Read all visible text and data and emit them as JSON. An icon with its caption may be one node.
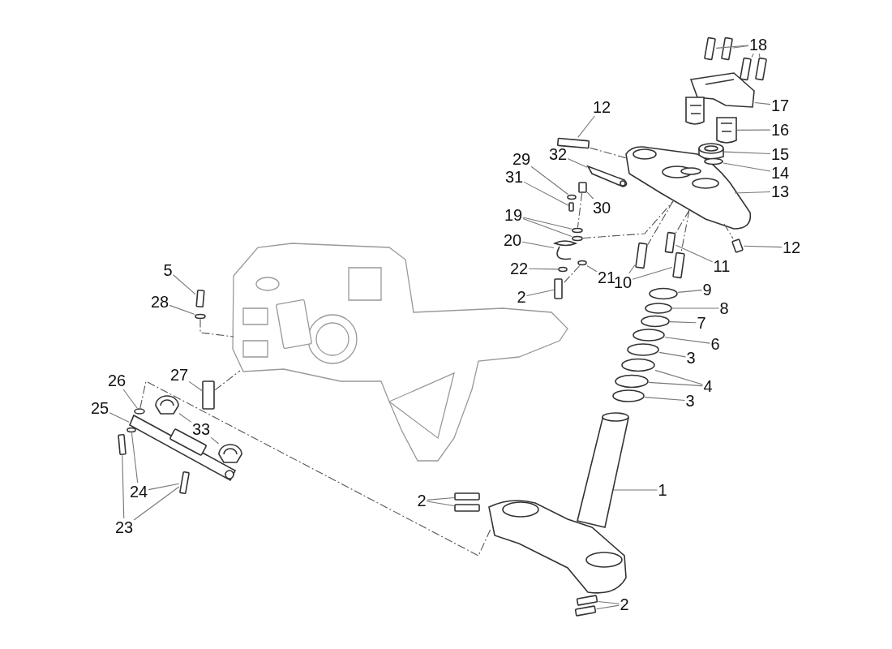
{
  "diagram": {
    "nodes": [
      {
        "text": [
          "18"
        ]
      },
      {
        "text": [
          "17"
        ]
      },
      {
        "text": [
          "16"
        ]
      },
      {
        "text": [
          "15"
        ]
      },
      {
        "text": [
          "14"
        ]
      },
      {
        "text": [
          "13"
        ]
      },
      {
        "text": [
          "12"
        ]
      },
      {
        "text": [
          "32"
        ]
      },
      {
        "text": [
          "29"
        ]
      },
      {
        "text": [
          "31"
        ]
      },
      {
        "text": [
          "30"
        ]
      },
      {
        "text": [
          "19"
        ]
      },
      {
        "text": [
          "20"
        ]
      },
      {
        "text": [
          "21"
        ]
      },
      {
        "text": [
          "22"
        ]
      },
      {
        "text": [
          "2"
        ]
      },
      {
        "text": [
          "10"
        ]
      },
      {
        "text": [
          "11"
        ]
      },
      {
        "text": [
          "12"
        ]
      },
      {
        "text": [
          "9"
        ]
      },
      {
        "text": [
          "8"
        ]
      },
      {
        "text": [
          "7"
        ]
      },
      {
        "text": [
          "6"
        ]
      },
      {
        "text": [
          "3"
        ]
      },
      {
        "text": [
          "4"
        ]
      },
      {
        "text": [
          "3"
        ]
      },
      {
        "text": [
          "5"
        ]
      },
      {
        "text": [
          "28"
        ]
      },
      {
        "text": [
          "27"
        ]
      },
      {
        "text": [
          "26"
        ]
      },
      {
        "text": [
          "25"
        ]
      },
      {
        "text": [
          "33"
        ]
      },
      {
        "text": [
          "24"
        ]
      },
      {
        "text": [
          "23"
        ]
      },
      {
        "text": [
          "2"
        ]
      },
      {
        "text": [
          "1"
        ]
      },
      {
        "text": [
          "2"
        ]
      },
      {
        "text": [],
        "shape": "box"
      },
      {
        "text": [],
        "shape": "box"
      },
      {
        "text": [],
        "shape": "box"
      },
      {
        "text": [],
        "shape": "box"
      },
      {
        "text": [],
        "shape": "picture"
      },
      {
        "text": [],
        "shape": "picture"
      },
      {
        "text": [],
        "shape": "picture"
      },
      {
        "text": [],
        "shape": "circle",
        "in": 45
      },
      {
        "text": [],
        "shape": "picture"
      },
      {
        "text": [],
        "shape": "box"
      },
      {
        "text": [],
        "shape": "picture"
      },
      {
        "text": [],
        "shape": "circle"
      },
      {
        "text": [],
        "shape": "box"
      },
      {
        "text": [],
        "shape": "box"
      },
      {
        "text": [],
        "shape": "circle"
      },
      {
        "text": [],
        "shape": "circle"
      },
      {
        "text": [],
        "shape": "picture"
      },
      {
        "text": [],
        "shape": "circle"
      },
      {
        "text": [],
        "shape": "circle"
      },
      {
        "text": [],
        "shape": "box"
      },
      {
        "text": [],
        "shape": "box"
      },
      {
        "text": [],
        "shape": "box"
      },
      {
        "text": [],
        "shape": "box"
      },
      {
        "text": [],
        "shape": "box"
      },
      {
        "text": [],
        "shape": "circle"
      },
      {
        "text": [],
        "shape": "circle"
      },
      {
        "text": [],
        "shape": "circle"
      },
      {
        "text": [],
        "shape": "circle"
      },
      {
        "text": [],
        "shape": "circle"
      },
      {
        "text": [],
        "shape": "circle"
      },
      {
        "text": [],
        "shape": "circle"
      },
      {
        "text": [],
        "shape": "circle"
      },
      {
        "text": [],
        "shape": "box"
      },
      {
        "text": [],
        "shape": "circle"
      },
      {
        "text": [],
        "shape": "box"
      },
      {
        "text": [],
        "shape": "circle"
      },
      {
        "text": [],
        "shape": "picture"
      },
      {
        "text": [],
        "shape": "picture"
      },
      {
        "text": [],
        "shape": "picture"
      },
      {
        "text": [],
        "shape": "circle"
      },
      {
        "text": [],
        "shape": "box"
      },
      {
        "text": [],
        "shape": "box"
      },
      {
        "text": [],
        "shape": "box"
      },
      {
        "text": [],
        "shape": "box"
      },
      {
        "text": [],
        "shape": "picture"
      },
      {
        "text": [],
        "shape": "box"
      },
      {
        "text": [],
        "shape": "box"
      },
      {
        "text": [],
        "shape": "picture"
      }
    ],
    "edges": [
      {
        "from": 0,
        "to": 37,
        "arrow": "none"
      },
      {
        "from": 0,
        "to": 38,
        "arrow": "none"
      },
      {
        "from": 0,
        "to": 39,
        "arrow": "none"
      },
      {
        "from": 0,
        "to": 40,
        "arrow": "none"
      },
      {
        "from": 1,
        "to": 41,
        "arrow": "none"
      },
      {
        "from": 2,
        "to": 42,
        "arrow": "none"
      },
      {
        "from": 3,
        "to": 43,
        "arrow": "none"
      },
      {
        "from": 4,
        "to": 44,
        "arrow": "none"
      },
      {
        "from": 5,
        "to": 45,
        "arrow": "none"
      },
      {
        "from": 6,
        "to": 46,
        "arrow": "none"
      },
      {
        "from": 7,
        "to": 47,
        "arrow": "none"
      },
      {
        "from": 8,
        "to": 48,
        "arrow": "none"
      },
      {
        "from": 9,
        "to": 49,
        "arrow": "none"
      },
      {
        "from": 10,
        "to": 50,
        "arrow": "none"
      },
      {
        "from": 11,
        "to": 51,
        "arrow": "none"
      },
      {
        "from": 11,
        "to": 52,
        "arrow": "none"
      },
      {
        "from": 12,
        "to": 53,
        "arrow": "none"
      },
      {
        "from": 13,
        "to": 54,
        "arrow": "none"
      },
      {
        "from": 14,
        "to": 55,
        "arrow": "none"
      },
      {
        "from": 15,
        "to": 56,
        "arrow": "none"
      },
      {
        "from": 16,
        "to": 57,
        "arrow": "none"
      },
      {
        "from": 16,
        "to": 58,
        "arrow": "none"
      },
      {
        "from": 17,
        "to": 59,
        "arrow": "none"
      },
      {
        "from": 18,
        "to": 60,
        "arrow": "none"
      },
      {
        "from": 19,
        "to": 61,
        "arrow": "none"
      },
      {
        "from": 20,
        "to": 62,
        "arrow": "none"
      },
      {
        "from": 21,
        "to": 63,
        "arrow": "none"
      },
      {
        "from": 22,
        "to": 64,
        "arrow": "none"
      },
      {
        "from": 23,
        "to": 65,
        "arrow": "none"
      },
      {
        "from": 24,
        "to": 66,
        "arrow": "none"
      },
      {
        "from": 24,
        "to": 67,
        "arrow": "none"
      },
      {
        "from": 25,
        "to": 68,
        "arrow": "none"
      },
      {
        "from": 26,
        "to": 69,
        "arrow": "none"
      },
      {
        "from": 27,
        "to": 70,
        "arrow": "none"
      },
      {
        "from": 28,
        "to": 71,
        "arrow": "none"
      },
      {
        "from": 29,
        "to": 72,
        "arrow": "none"
      },
      {
        "from": 30,
        "to": 73,
        "arrow": "none"
      },
      {
        "from": 31,
        "to": 74,
        "arrow": "none"
      },
      {
        "from": 31,
        "to": 75,
        "arrow": "none"
      },
      {
        "from": 32,
        "to": 76,
        "arrow": "none"
      },
      {
        "from": 32,
        "to": 78,
        "arrow": "none"
      },
      {
        "from": 33,
        "to": 77,
        "arrow": "none"
      },
      {
        "from": 33,
        "to": 78,
        "arrow": "none"
      },
      {
        "from": 34,
        "to": 79,
        "arrow": "none"
      },
      {
        "from": 34,
        "to": 80,
        "arrow": "none"
      },
      {
        "from": 35,
        "to": 81,
        "arrow": "none"
      },
      {
        "from": 36,
        "to": 82,
        "arrow": "none"
      },
      {
        "from": 36,
        "to": 83,
        "arrow": "none"
      },
      {
        "from": 46,
        "to": 45,
        "arrow": "none",
        "style": "dashed"
      },
      {
        "from": 50,
        "to": 51,
        "arrow": "none",
        "style": "dashed"
      },
      {
        "from": 54,
        "to": 56,
        "arrow": "none",
        "style": "dashed"
      },
      {
        "from": 52,
        "to": 45,
        "arrow": "none",
        "style": "dashed"
      },
      {
        "from": 45,
        "to": 57,
        "arrow": "none",
        "style": "dashed"
      },
      {
        "from": 45,
        "to": 58,
        "arrow": "none",
        "style": "dashed"
      },
      {
        "from": 45,
        "to": 59,
        "arrow": "none",
        "style": "dashed"
      },
      {
        "from": 45,
        "to": 60,
        "arrow": "none",
        "style": "dashed"
      },
      {
        "from": 70,
        "to": 84,
        "arrow": "none",
        "style": "dashed"
      },
      {
        "from": 71,
        "to": 84,
        "arrow": "none",
        "style": "dashed"
      },
      {
        "from": 72,
        "to": 81,
        "arrow": "none",
        "style": "dashed"
      }
    ]
  }
}
